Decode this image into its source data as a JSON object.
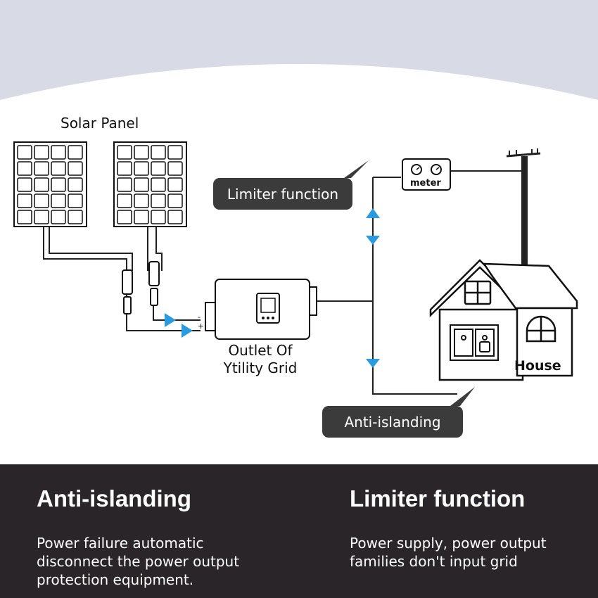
{
  "diagram": {
    "solar_panel_label": "Solar Panel",
    "outlet_label_line1": "Outlet Of",
    "outlet_label_line2": "Ytility Grid",
    "meter_label": "meter",
    "house_label": "House",
    "callout_limiter": "Limiter function",
    "callout_anti_islanding": "Anti-islanding",
    "inverter_terminals": [
      "-",
      "+"
    ],
    "colors": {
      "callout_bg": "#3b3b3b",
      "arrow_blue": "#2a9be0",
      "bottom_bg": "#2a2528",
      "top_band": "#d8dbe5"
    }
  },
  "features": [
    {
      "title": "Anti-islanding",
      "description": "Power failure automatic\ndisconnect the power output\nprotection equipment."
    },
    {
      "title": "Limiter function",
      "description": "Power supply, power output\nfamilies don't input grid"
    }
  ]
}
